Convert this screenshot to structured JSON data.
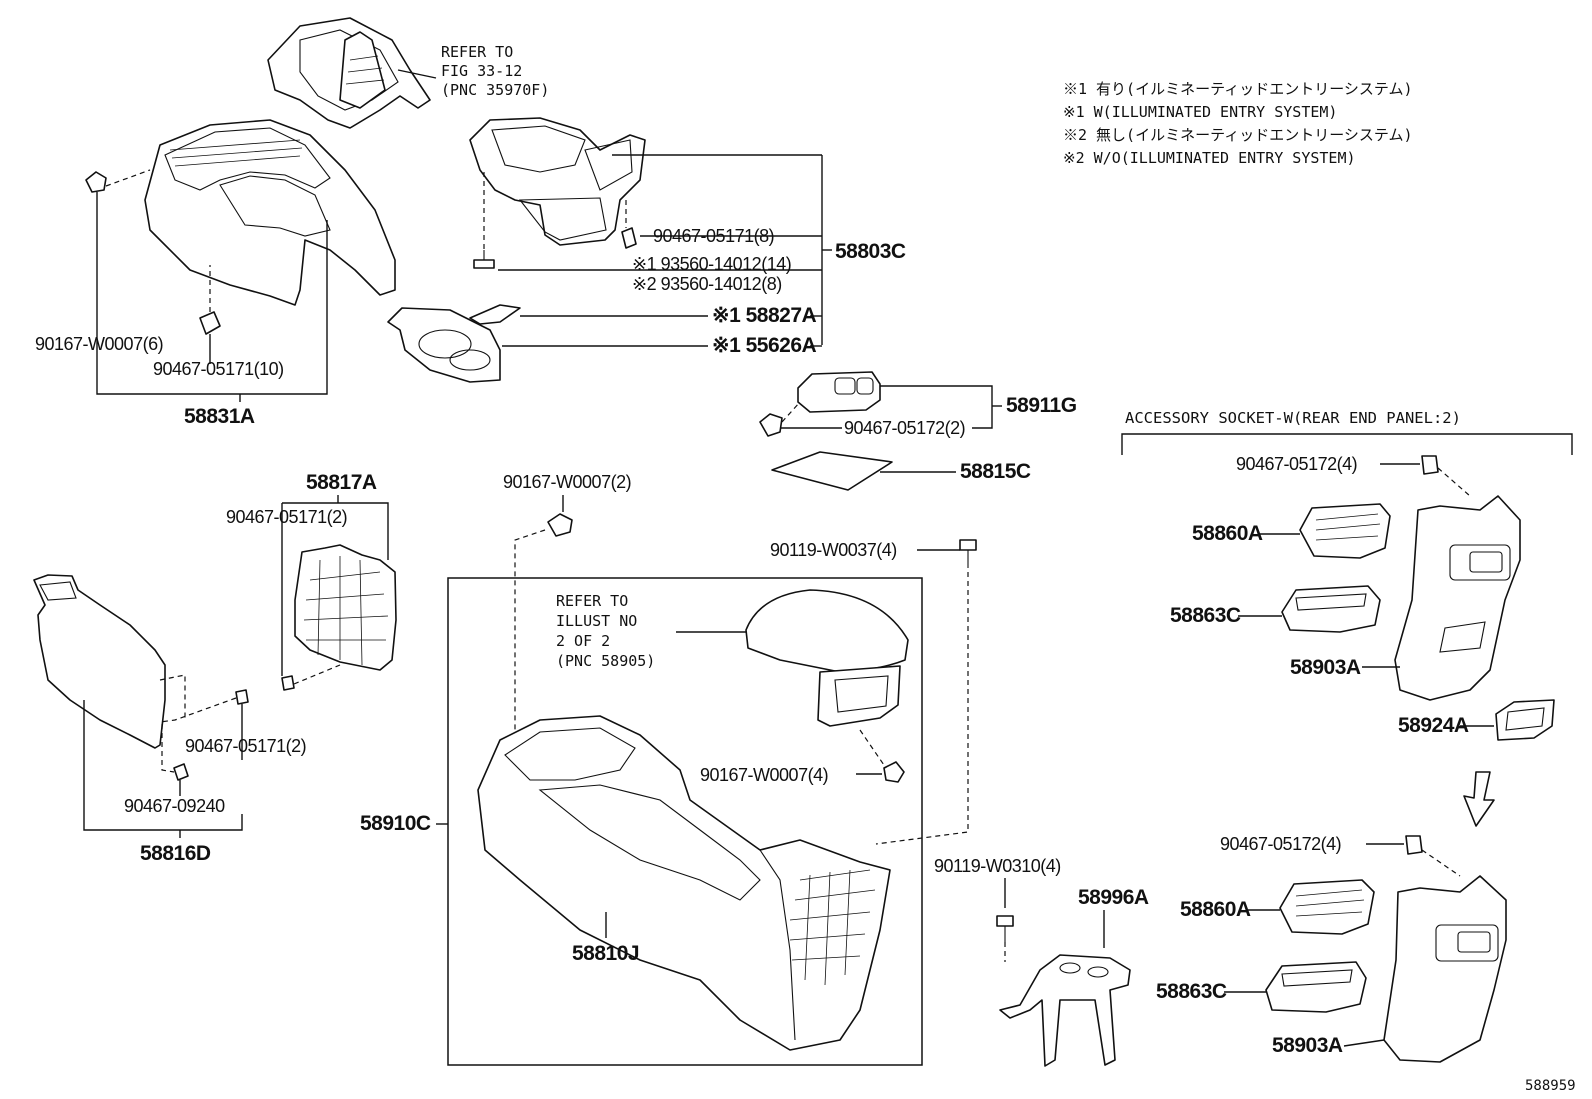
{
  "notes": {
    "n1_jp": "※1 有り(イルミネーティッドエントリーシステム)",
    "n1_en": "※1 W(ILLUMINATED ENTRY SYSTEM)",
    "n2_jp": "※2 無し(イルミネーティッドエントリーシステム)",
    "n2_en": "※2 W/O(ILLUMINATED ENTRY SYSTEM)"
  },
  "refer1": {
    "l1": "REFER TO",
    "l2": "FIG 33-12",
    "l3": "(PNC 35970F)"
  },
  "refer2": {
    "l1": "REFER TO",
    "l2": "ILLUST NO",
    "l3": "2 OF 2",
    "l4": "(PNC 58905)"
  },
  "labels": {
    "p58803C": "58803C",
    "p90467_05171_8": "90467-05171(8)",
    "p93560_14": "※1 93560-14012(14)",
    "p93560_8": "※2 93560-14012(8)",
    "p58827A": "※1 58827A",
    "p55626A": "※1 55626A",
    "p90167_W0007_6": "90167-W0007(6)",
    "p90467_05171_10": "90467-05171(10)",
    "p58831A": "58831A",
    "p58911G": "58911G",
    "p90467_05172_2": "90467-05172(2)",
    "p58815C": "58815C",
    "p58817A": "58817A",
    "p90467_05171_2a": "90467-05171(2)",
    "p90167_W0007_2": "90167-W0007(2)",
    "p90119_W0037_4": "90119-W0037(4)",
    "p90467_05171_2b": "90467-05171(2)",
    "p90467_09240": "90467-09240",
    "p58816D": "58816D",
    "p58910C": "58910C",
    "p90167_W0007_4": "90167-W0007(4)",
    "p58810J": "58810J",
    "p90119_W0310_4": "90119-W0310(4)",
    "p58996A": "58996A",
    "accessory": "ACCESSORY SOCKET-W(REAR END PANEL:2)",
    "p90467_05172_4a": "90467-05172(4)",
    "p58860A_a": "58860A",
    "p58863C_a": "58863C",
    "p58903A_a": "58903A",
    "p58924A": "58924A",
    "p90467_05172_4b": "90467-05172(4)",
    "p58860A_b": "58860A",
    "p58863C_b": "58863C",
    "p58903A_b": "58903A",
    "illust_no": "588959"
  }
}
